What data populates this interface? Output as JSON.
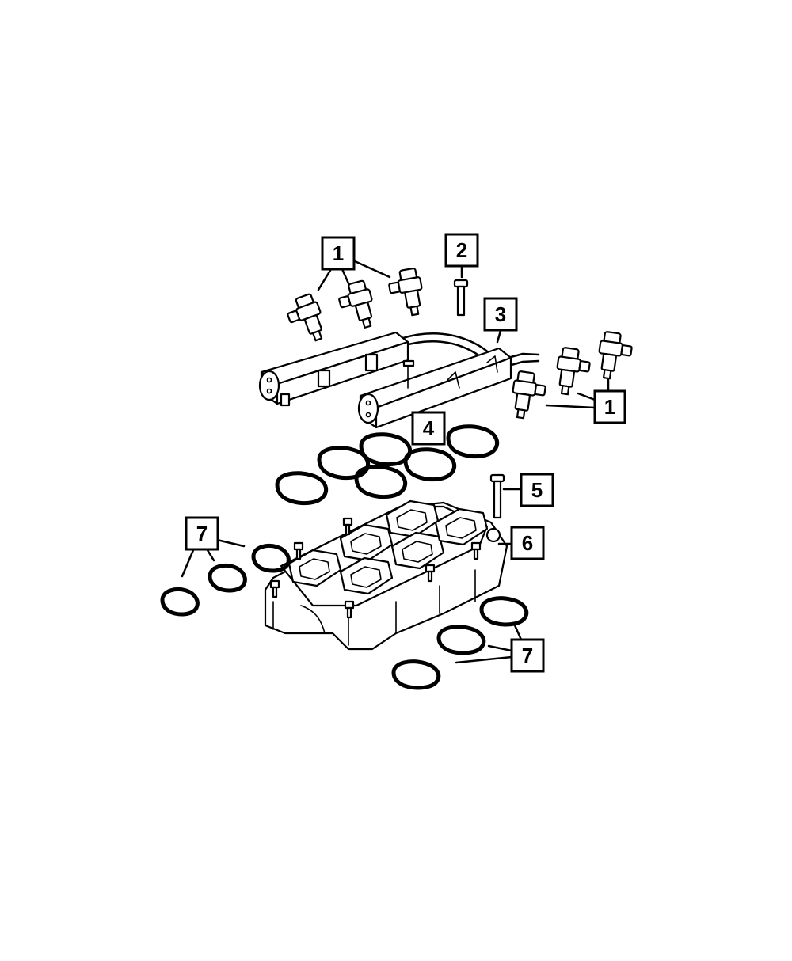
{
  "callouts": [
    {
      "id": "c1a",
      "label": "1"
    },
    {
      "id": "c2",
      "label": "2"
    },
    {
      "id": "c3",
      "label": "3"
    },
    {
      "id": "c1b",
      "label": "1"
    },
    {
      "id": "c4",
      "label": "4"
    },
    {
      "id": "c5",
      "label": "5"
    },
    {
      "id": "c6",
      "label": "6"
    },
    {
      "id": "c7a",
      "label": "7"
    },
    {
      "id": "c7b",
      "label": "7"
    }
  ]
}
